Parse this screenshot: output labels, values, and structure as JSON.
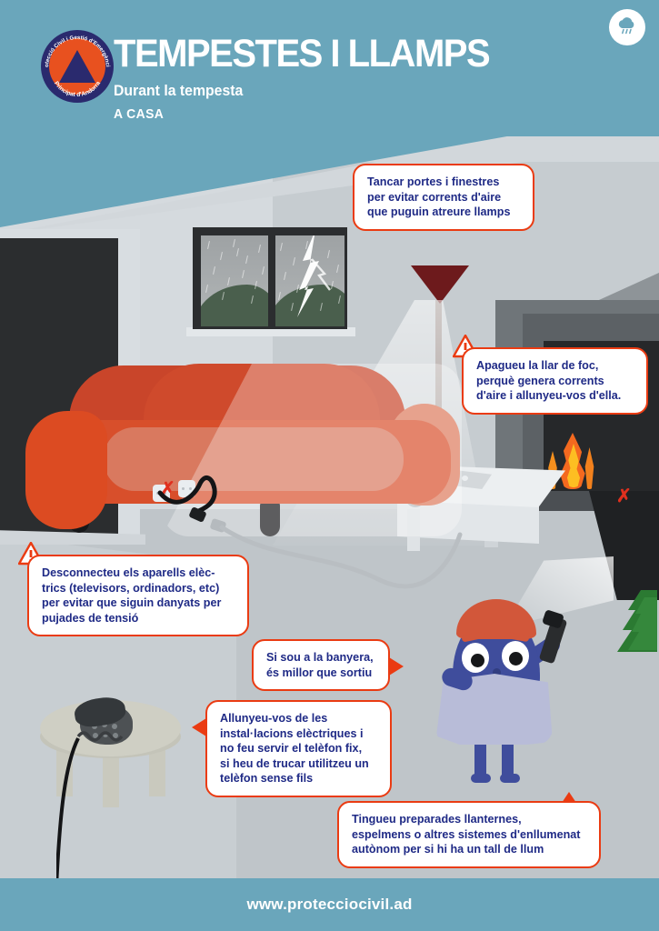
{
  "document": {
    "title": "TEMPESTES I LLAMPS",
    "subtitle": "Durant la tempesta",
    "subtitle2": "A CASA"
  },
  "logo": {
    "name": "protecci-civil-andorra-logo",
    "arc_top_text": "Protecció Civil i Gestió d'Emergències",
    "arc_bottom_text": "Principat d'Andorra"
  },
  "header": {
    "weather_icon": "rain-cloud-icon"
  },
  "callouts": [
    {
      "id": "windows",
      "name": "callout-close-doors-windows",
      "text": "Tancar portes i finestres\nper evitar corrents d'aire\nque puguin atreure llamps",
      "has_warning_icon": false,
      "arrow": "none"
    },
    {
      "id": "fireplace",
      "name": "callout-turn-off-fireplace",
      "text": "Apagueu la llar de foc,\nperquè genera corrents\nd'aire i allunyeu-vos d'ella.",
      "has_warning_icon": true,
      "arrow": "none"
    },
    {
      "id": "appliances",
      "name": "callout-unplug-appliances",
      "text": "Desconnecteu els aparells elèc-\ntrics (televisors, ordinadors, etc)\nper evitar que siguin danyats per\npujades de tensió",
      "has_warning_icon": true,
      "arrow": "none"
    },
    {
      "id": "bathtub",
      "name": "callout-leave-bathtub",
      "text": "Si sou a la banyera,\nés millor que sortiu",
      "has_warning_icon": false,
      "arrow": "right"
    },
    {
      "id": "telephone",
      "name": "callout-avoid-landline-phone",
      "text": "Allunyeu-vos de les\ninstal·lacions elèctriques i\nno feu servir el telèfon fix,\nsi heu de trucar utilitzeu un\ntelèfon sense fils",
      "has_warning_icon": false,
      "arrow": "left"
    },
    {
      "id": "flashlights",
      "name": "callout-prepare-flashlights",
      "text": "Tingueu preparades llanternes,\nespelmens o altres sistemes d'enllumenat\nautònom per si hi ha un tall de llum",
      "has_warning_icon": false,
      "arrow": "up"
    }
  ],
  "scene": {
    "door": "front-door",
    "door_knob": "door-knob",
    "window": "window-with-storm",
    "lightning": "lightning-bolt",
    "rain": "rain-drops",
    "sofa": "red-sofa",
    "floor_lamp": "floor-lamp",
    "coffee_table": "coffee-table",
    "laptop": "laptop",
    "fireplace": "fireplace-with-fire",
    "side_table": "round-side-table",
    "landline_phone": "corded-telephone",
    "character": "blue-mascot-with-towel",
    "flashlight": "flashlight",
    "wall_socket": "wall-socket",
    "unplugged_plug": "unplugged-power-plug",
    "tree": "pine-tree"
  },
  "markers": {
    "x_mark": "✗",
    "warning": "!"
  },
  "footer": {
    "url": "www.protecciocivil.ad"
  },
  "colors": {
    "teal": "#6aa6bb",
    "red_outline": "#ea3b12",
    "text_blue": "#1f2a86",
    "sofa_red": "#d84f2b",
    "character_blue": "#3f4d9c",
    "hair_orange": "#d2573a",
    "logo_orange": "#e8511f",
    "logo_navy": "#2a2a6e",
    "wall_grey": "#c6ccd0"
  }
}
